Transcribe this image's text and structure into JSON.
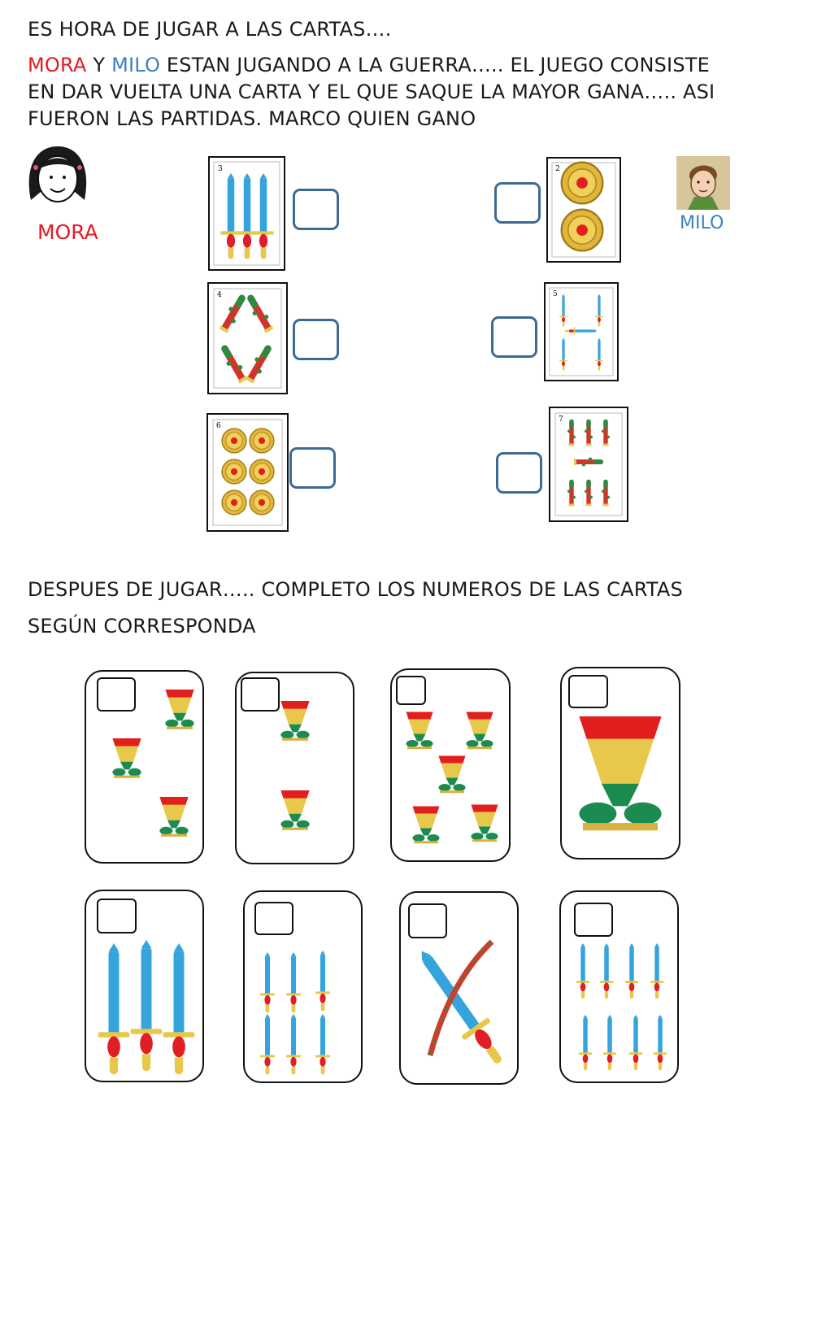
{
  "header": {
    "title": "ES HORA DE JUGAR A LAS CARTAS….",
    "p1": {
      "mora": "MORA",
      "y": " Y ",
      "milo": "MILO",
      "rest": " ESTAN JUGANDO A LA GUERRA….. EL JUEGO CONSISTE"
    },
    "p2": "EN DAR VUELTA UNA CARTA Y EL QUE SAQUE LA MAYOR GANA….. ASI",
    "p3": "FUERON LAS PARTIDAS. MARCO QUIEN GANO"
  },
  "players": {
    "left": "MORA",
    "right": "MILO"
  },
  "colors": {
    "mora": "#e31b23",
    "milo": "#3e7fc1",
    "checkbox": "#3d6a94"
  },
  "section2": {
    "l1": "DESPUES DE JUGAR….. COMPLETO LOS NUMEROS DE LAS CARTAS",
    "l2": "SEGÚN CORRESPONDA"
  },
  "rounds": [
    {
      "mora_card": "3",
      "mora_suit": "espadas",
      "milo_card": "2",
      "milo_suit": "oros"
    },
    {
      "mora_card": "4",
      "mora_suit": "bastos",
      "milo_card": "5",
      "milo_suit": "espadas"
    },
    {
      "mora_card": "6",
      "mora_suit": "oros",
      "milo_card": "7",
      "milo_suit": "bastos"
    }
  ],
  "exercise_cards": [
    {
      "suit": "copas",
      "count": 3
    },
    {
      "suit": "copas",
      "count": 2
    },
    {
      "suit": "copas",
      "count": 5
    },
    {
      "suit": "copas",
      "count": 1
    },
    {
      "suit": "espadas",
      "count": 3
    },
    {
      "suit": "espadas",
      "count": 6
    },
    {
      "suit": "espadas",
      "count": 1
    },
    {
      "suit": "espadas",
      "count": 8
    }
  ]
}
